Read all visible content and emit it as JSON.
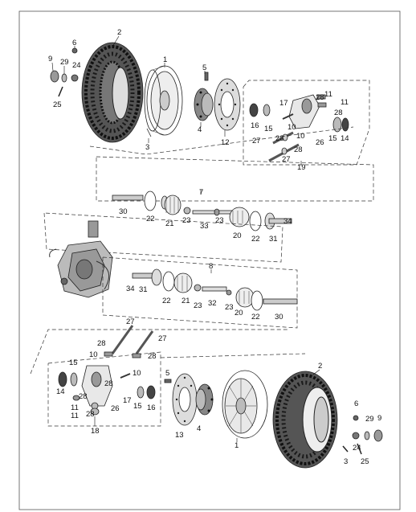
{
  "callouts": {
    "n1": "1",
    "n2": "2",
    "n3": "3",
    "n4": "4",
    "n5": "5",
    "n6": "6",
    "n7": "7",
    "n8": "8",
    "n9": "9",
    "n10": "10",
    "n11": "11",
    "n12": "12",
    "n13": "13",
    "n14": "14",
    "n15": "15",
    "n16": "16",
    "n17": "17",
    "n18": "18",
    "n19": "19",
    "n20": "20",
    "n21": "21",
    "n22": "22",
    "n23": "23",
    "n24": "24",
    "n25": "25",
    "n26": "26",
    "n27": "27",
    "n28": "28",
    "n29": "29",
    "n30": "30",
    "n31": "31",
    "n32": "32",
    "n33": "33",
    "n34": "34"
  },
  "colors": {
    "line": "#222222",
    "tire": "#3a3a3a",
    "tread": "#111111",
    "background": "#ffffff"
  }
}
